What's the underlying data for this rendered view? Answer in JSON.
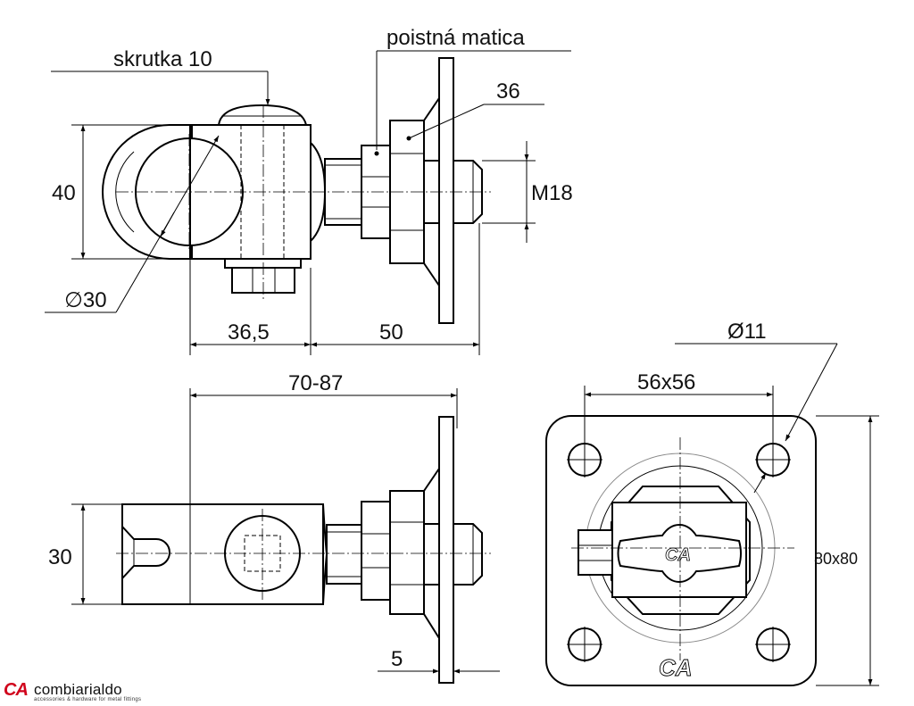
{
  "labels": {
    "skrutka": "skrutka 10",
    "poistna": "poistná matica",
    "d36": "36",
    "m18": "M18",
    "d40": "40",
    "phi30": "∅30",
    "d36_5": "36,5",
    "d50": "50",
    "d70_87": "70-87",
    "d30": "30",
    "d5": "5",
    "phi11": "Ø11",
    "d56x56": "56x56",
    "d80x80": "80x80"
  },
  "plate_marking": "CA",
  "brand": {
    "mark": "CA",
    "name": "combiarialdo",
    "tagline": "accessories & hardware for metal fittings",
    "color": "#d0021b"
  }
}
